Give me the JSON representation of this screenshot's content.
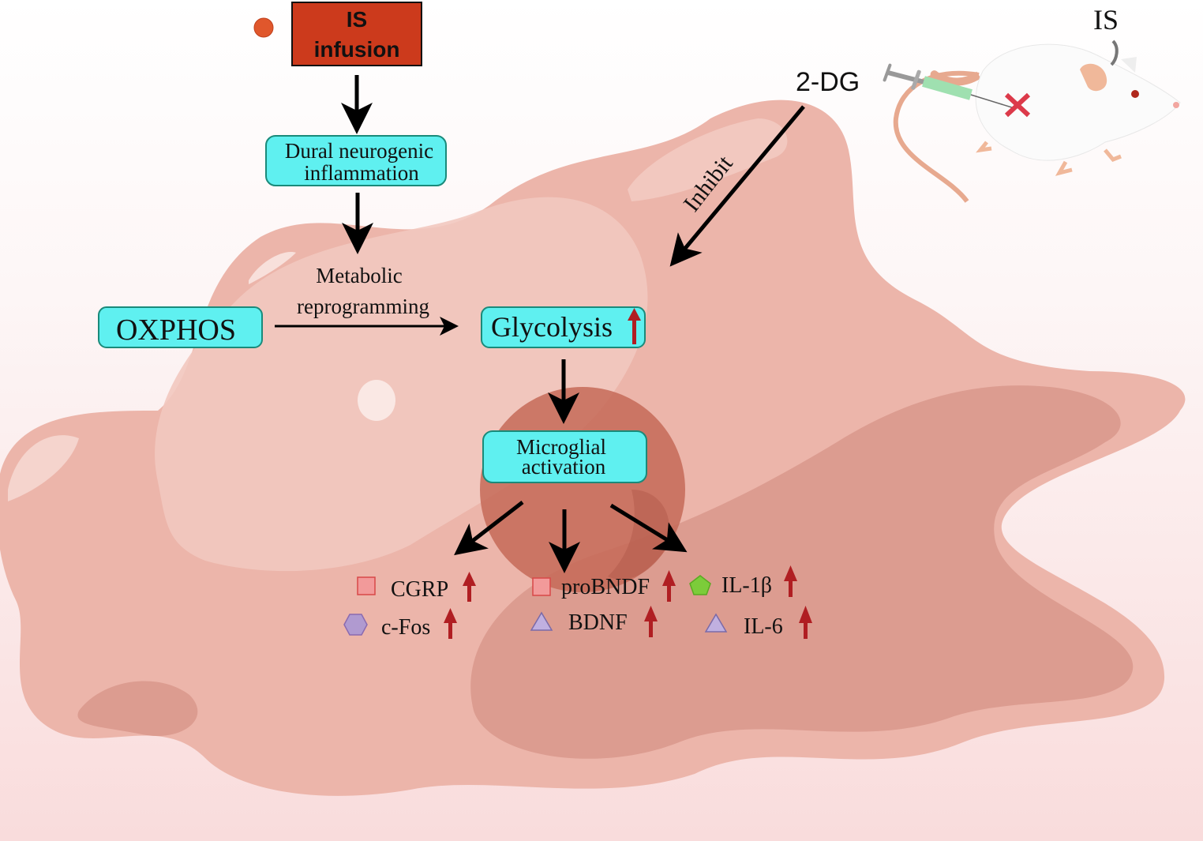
{
  "top_box": {
    "line1": "IS",
    "line2": "infusion"
  },
  "boxes": {
    "dural": {
      "line1": "Dural neurogenic",
      "line2": "inflammation"
    },
    "oxphos": "OXPHOS",
    "glycolysis": "Glycolysis",
    "microglial": {
      "line1": "Microglial",
      "line2": "activation"
    }
  },
  "labels": {
    "metabolic": "Metabolic",
    "reprogramming": "reprogramming",
    "inhibit": "Inhibit",
    "drug": "2-DG",
    "mouse_is": "IS"
  },
  "markers": [
    {
      "label": "CGRP",
      "shape": "square",
      "trend": "up"
    },
    {
      "label": "c-Fos",
      "shape": "hexagon",
      "trend": "up"
    },
    {
      "label": "proBNDF",
      "shape": "square",
      "trend": "up"
    },
    {
      "label": "BDNF",
      "shape": "triangle",
      "trend": "up"
    },
    {
      "label": "IL-1β",
      "shape": "pentagon",
      "trend": "up"
    },
    {
      "label": "IL-6",
      "shape": "triangle",
      "trend": "up"
    }
  ],
  "colors": {
    "box_fill": "#5ff0f0",
    "box_stroke": "#1a8a7a",
    "is_box": "#cc3a1c",
    "up_arrow": "#b01e22",
    "cell": "#ecb5aa"
  }
}
